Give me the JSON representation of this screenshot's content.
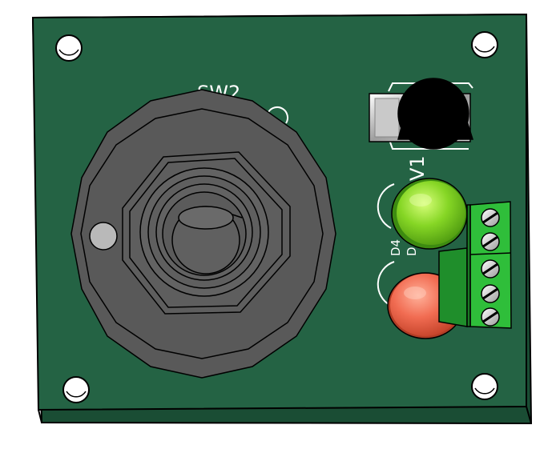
{
  "board": {
    "pcb_color": "#246344",
    "silkscreen_color": "#ffffff"
  },
  "labels": {
    "switch": "SW2",
    "regulator": "V1",
    "led_top": "D4",
    "led_bottom": "D"
  },
  "components": {
    "switch": {
      "color": "#595959",
      "icon": "pushbutton-switch-icon"
    },
    "regulator": {
      "color": "#000000",
      "icon": "to92-transistor-icon"
    },
    "led_green": {
      "color": "#7ed321",
      "icon": "led-icon"
    },
    "led_red": {
      "color": "#f06a50",
      "icon": "led-icon"
    },
    "terminal_block": {
      "color": "#2fbe3a",
      "icon": "screw-terminal-icon",
      "screws": 5
    }
  }
}
